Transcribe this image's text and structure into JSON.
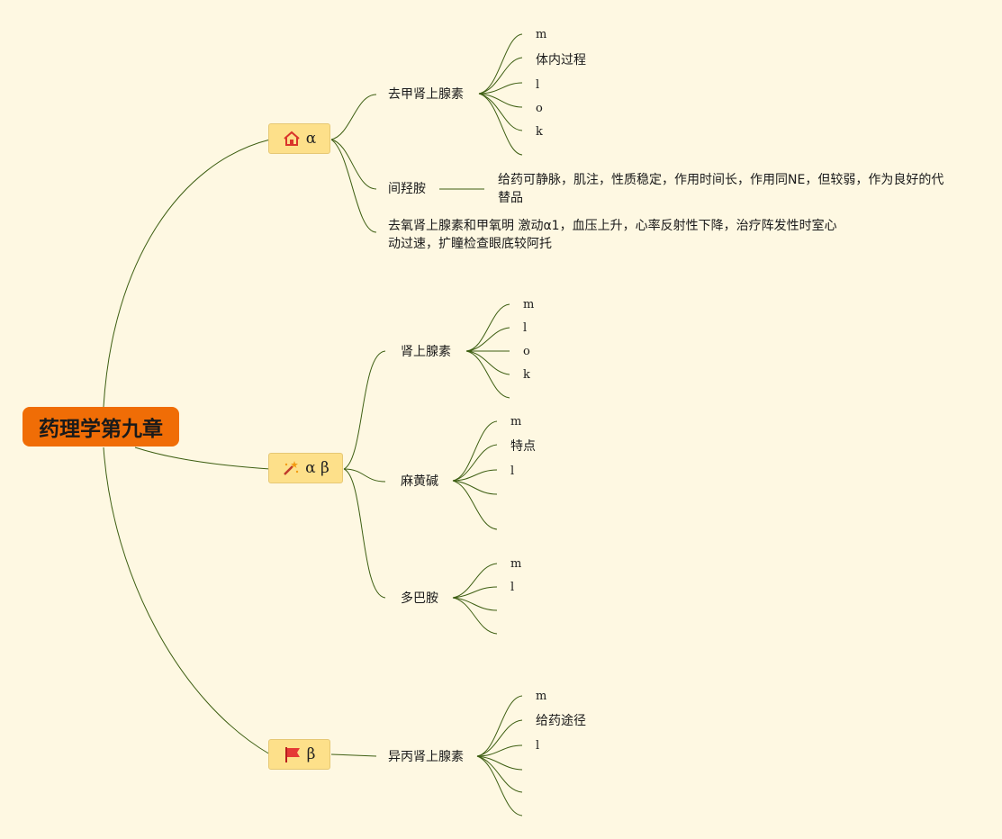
{
  "root": {
    "label": "药理学第九章"
  },
  "branches": {
    "alpha": {
      "label": "α",
      "icon": "home-icon",
      "children": {
        "ne": {
          "label": "去甲肾上腺素",
          "leaves": [
            "m",
            "体内过程",
            "l",
            "o",
            "k"
          ]
        },
        "metaraminol": {
          "label": "间羟胺",
          "note": "给药可静脉，肌注，性质稳定，作用时间长，作用同NE，但较弱，作为良好的代替品"
        },
        "phenylephrine": {
          "label": "去氧肾上腺素和甲氧明 激动α1，血压上升，心率反射性下降，治疗阵发性时室心动过速，扩瞳检查眼底较阿托"
        }
      }
    },
    "alphabeta": {
      "label": "α β",
      "icon": "magic-wand-icon",
      "children": {
        "epinephrine": {
          "label": "肾上腺素",
          "leaves": [
            "m",
            "l",
            "o",
            "k"
          ]
        },
        "ephedrine": {
          "label": "麻黄碱",
          "leaves": [
            "m",
            "特点",
            "l"
          ]
        },
        "dopamine": {
          "label": "多巴胺",
          "leaves": [
            "m",
            "l"
          ]
        }
      }
    },
    "beta": {
      "label": "β",
      "icon": "red-flag-icon",
      "children": {
        "isoprenaline": {
          "label": "异丙肾上腺素",
          "leaves": [
            "m",
            "给药途径",
            "l"
          ]
        }
      }
    }
  }
}
